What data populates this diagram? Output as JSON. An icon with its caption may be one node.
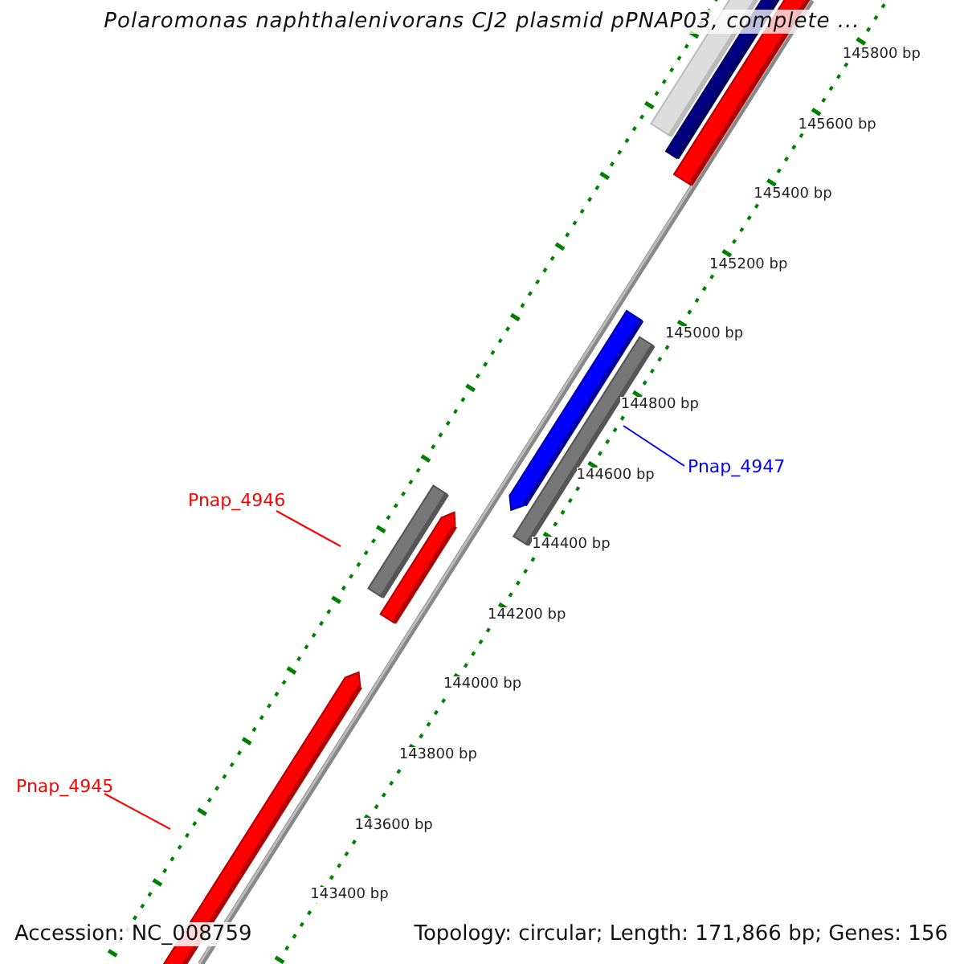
{
  "diagram": {
    "title": "Polaromonas naphthalenivorans CJ2 plasmid pPNAP03, complete ...",
    "nodes": [
      {
        "text": [
          "Pnap_4946"
        ]
      },
      {
        "text": [
          "Pnap_4947"
        ]
      },
      {
        "text": [
          "Pnap_4945"
        ]
      }
    ],
    "edges": [
      {
        "from": 0,
        "to": null,
        "arrow": "none",
        "color": "#ff0000"
      },
      {
        "from": 1,
        "to": null,
        "arrow": "none",
        "color": "#0000ff"
      },
      {
        "from": 2,
        "to": null,
        "arrow": "none",
        "color": "#ff0000"
      }
    ],
    "labels": [
      "145800 bp",
      "145600 bp",
      "145400 bp",
      "145200 bp",
      "145000 bp",
      "144800 bp",
      "144600 bp",
      "144400 bp",
      "144200 bp",
      "144000 bp",
      "143800 bp",
      "143600 bp",
      "143400 bp",
      "Accession: NC_008759",
      "Topology: circular; Length: 171,866 bp; Genes: 156"
    ]
  }
}
